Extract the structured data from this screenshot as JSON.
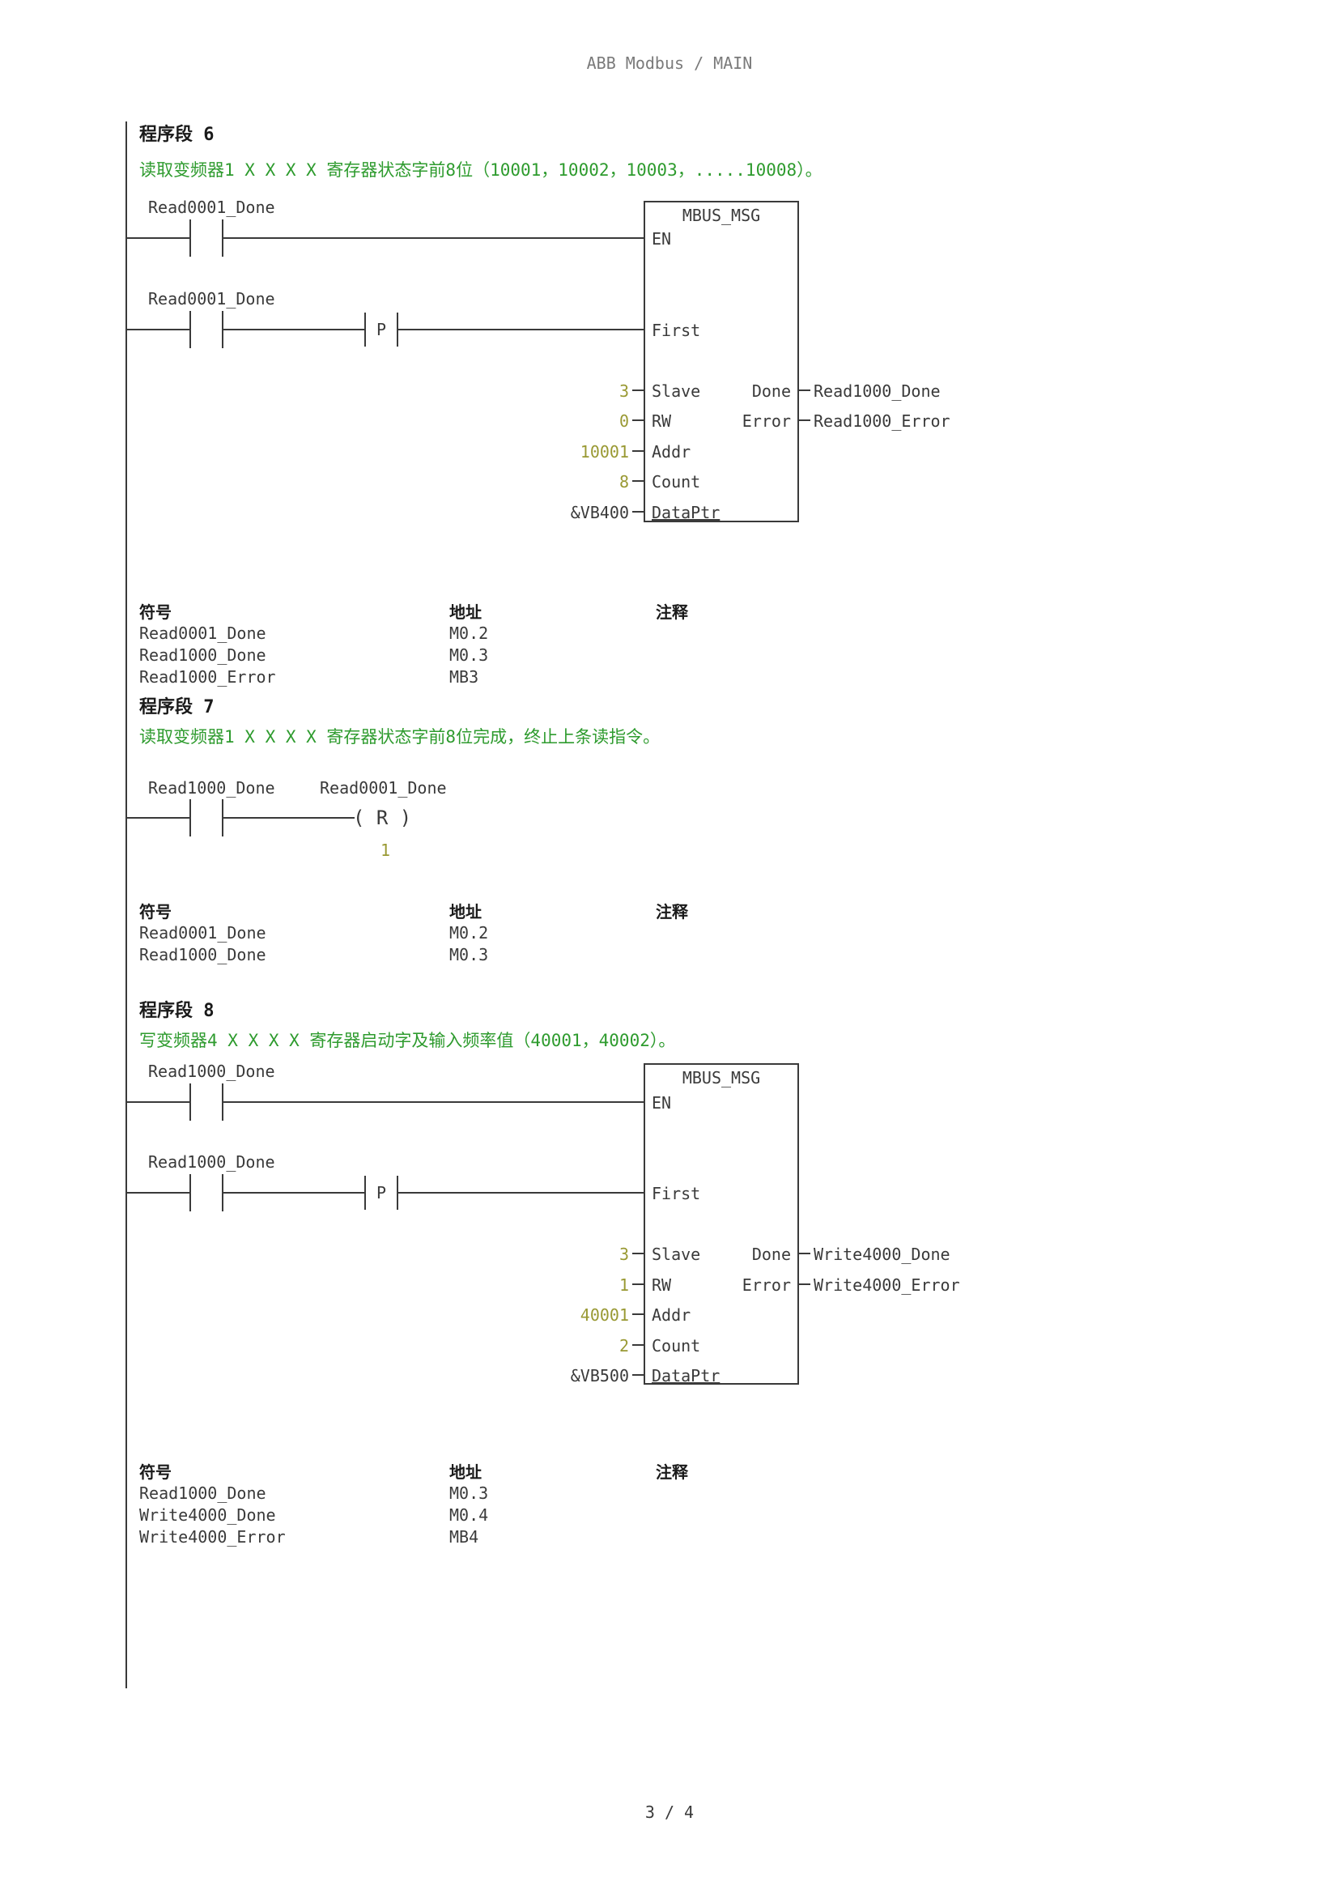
{
  "header": {
    "title": "ABB Modbus  /  MAIN"
  },
  "footer": {
    "page_indicator": "3 / 4"
  },
  "colors": {
    "ink": "#3a3a3a",
    "title_ink": "#1a1a1a",
    "header_gray": "#7a7a7a",
    "comment_green": "#2e9b2e",
    "constant_olive": "#999933"
  },
  "networks": [
    {
      "title": "程序段 6",
      "comment": "读取变频器1 X X X X 寄存器状态字前8位（10001，10002，10003，.....10008）。",
      "contact1": "Read0001_Done",
      "contact2": "Read0001_Done",
      "edge_label": "P",
      "block": {
        "title": "MBUS_MSG",
        "pins": {
          "en": "EN",
          "first": "First",
          "slave": "Slave",
          "rw": "RW",
          "addr": "Addr",
          "count": "Count",
          "dataptr": "DataPtr"
        },
        "outputs": {
          "done": "Done",
          "error": "Error"
        }
      },
      "values": {
        "slave": "3",
        "rw": "0",
        "addr": "10001",
        "count": "8",
        "dataptr": "&VB400"
      },
      "out_links": {
        "done": "Read1000_Done",
        "error": "Read1000_Error"
      },
      "symbol_table": {
        "headers": {
          "symbol": "符号",
          "address": "地址",
          "comment": "注释"
        },
        "rows": [
          {
            "symbol": "Read0001_Done",
            "address": "M0.2"
          },
          {
            "symbol": "Read1000_Done",
            "address": "M0.3"
          },
          {
            "symbol": "Read1000_Error",
            "address": "MB3"
          }
        ]
      }
    },
    {
      "title": "程序段 7",
      "comment": "读取变频器1 X X X X 寄存器状态字前8位完成，终止上条读指令。",
      "contact1": "Read1000_Done",
      "coil_label": "Read0001_Done",
      "coil": "( R )",
      "coil_operand": "1",
      "symbol_table": {
        "headers": {
          "symbol": "符号",
          "address": "地址",
          "comment": "注释"
        },
        "rows": [
          {
            "symbol": "Read0001_Done",
            "address": "M0.2"
          },
          {
            "symbol": "Read1000_Done",
            "address": "M0.3"
          }
        ]
      }
    },
    {
      "title": "程序段 8",
      "comment": "写变频器4 X X X X 寄存器启动字及输入频率值（40001，40002）。",
      "contact1": "Read1000_Done",
      "contact2": "Read1000_Done",
      "edge_label": "P",
      "block": {
        "title": "MBUS_MSG",
        "pins": {
          "en": "EN",
          "first": "First",
          "slave": "Slave",
          "rw": "RW",
          "addr": "Addr",
          "count": "Count",
          "dataptr": "DataPtr"
        },
        "outputs": {
          "done": "Done",
          "error": "Error"
        }
      },
      "values": {
        "slave": "3",
        "rw": "1",
        "addr": "40001",
        "count": "2",
        "dataptr": "&VB500"
      },
      "out_links": {
        "done": "Write4000_Done",
        "error": "Write4000_Error"
      },
      "symbol_table": {
        "headers": {
          "symbol": "符号",
          "address": "地址",
          "comment": "注释"
        },
        "rows": [
          {
            "symbol": "Read1000_Done",
            "address": "M0.3"
          },
          {
            "symbol": "Write4000_Done",
            "address": "M0.4"
          },
          {
            "symbol": "Write4000_Error",
            "address": "MB4"
          }
        ]
      }
    }
  ]
}
